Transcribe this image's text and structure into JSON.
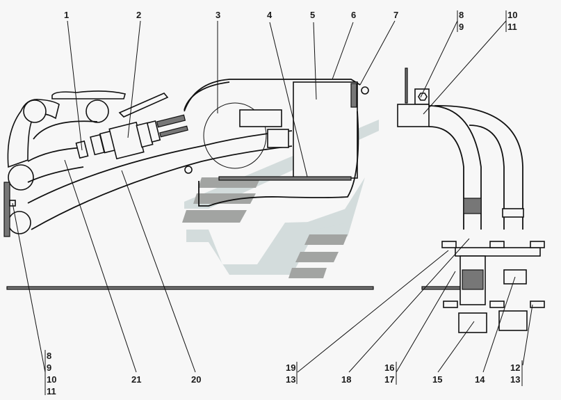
{
  "diagram": {
    "type": "technical assembly drawing — hose connection unit",
    "callouts_top": [
      {
        "id": "c1",
        "text": "1"
      },
      {
        "id": "c2",
        "text": "2"
      },
      {
        "id": "c3",
        "text": "3"
      },
      {
        "id": "c4",
        "text": "4"
      },
      {
        "id": "c5",
        "text": "5"
      },
      {
        "id": "c6",
        "text": "6"
      },
      {
        "id": "c7",
        "text": "7"
      },
      {
        "id": "c8_9",
        "lines": [
          "8",
          "9"
        ]
      },
      {
        "id": "c10_11",
        "lines": [
          "10",
          "11"
        ]
      }
    ],
    "callouts_bottom": [
      {
        "id": "c8_11",
        "lines": [
          "8",
          "9",
          "10",
          "11"
        ]
      },
      {
        "id": "c21",
        "text": "21"
      },
      {
        "id": "c20",
        "text": "20"
      },
      {
        "id": "c19_13",
        "lines": [
          "19",
          "13"
        ]
      },
      {
        "id": "c18",
        "text": "18"
      },
      {
        "id": "c16_17",
        "lines": [
          "16",
          "17"
        ]
      },
      {
        "id": "c15",
        "text": "15"
      },
      {
        "id": "c14",
        "text": "14"
      },
      {
        "id": "c12_13",
        "lines": [
          "12",
          "13"
        ]
      }
    ]
  },
  "colors": {
    "background": "#f7f7f7",
    "line": "#111111",
    "watermark_light": "#d3dcdc",
    "watermark_dark": "#a2a4a2"
  }
}
